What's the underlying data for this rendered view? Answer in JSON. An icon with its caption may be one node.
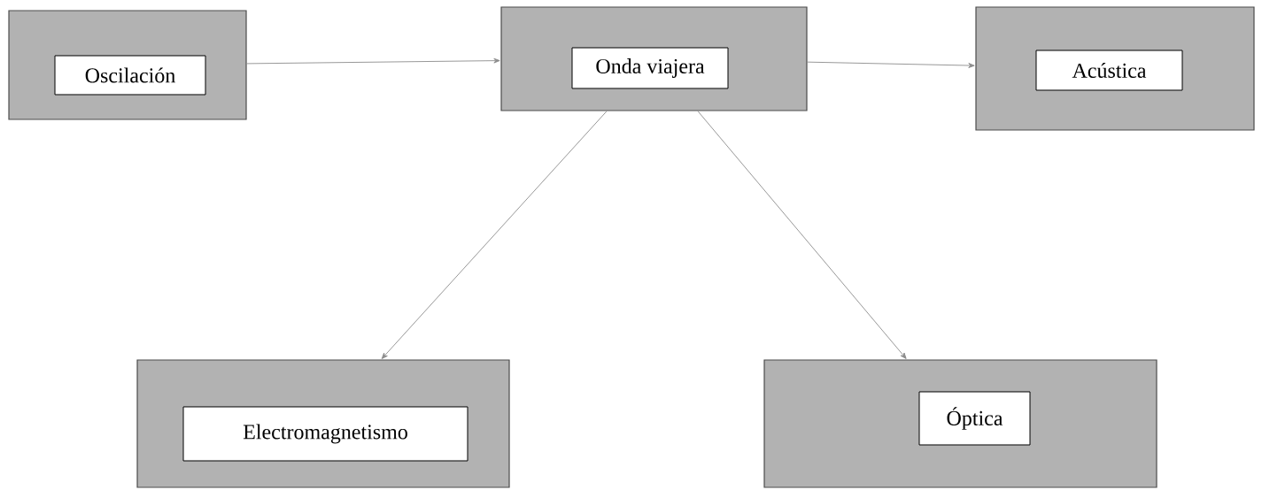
{
  "diagram": {
    "nodes": [
      {
        "text": [
          "Oscilación"
        ]
      },
      {
        "text": [
          "Onda viajera"
        ]
      },
      {
        "text": [
          "Acústica"
        ]
      },
      {
        "text": [
          "Electromagnetismo"
        ]
      },
      {
        "text": [
          "Óptica"
        ]
      }
    ],
    "edges": [
      {
        "from": 0,
        "to": 1,
        "arrow": "to"
      },
      {
        "from": 1,
        "to": 2,
        "arrow": "to"
      },
      {
        "from": 1,
        "to": 3,
        "arrow": "to"
      },
      {
        "from": 1,
        "to": 4,
        "arrow": "to"
      }
    ]
  }
}
